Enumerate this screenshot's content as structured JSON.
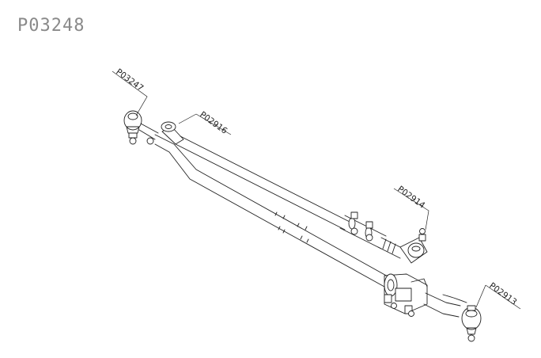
{
  "drawing": {
    "number": "P03248"
  },
  "callouts": [
    {
      "id": "P03247"
    },
    {
      "id": "P02916"
    },
    {
      "id": "P02914"
    },
    {
      "id": "P02913"
    }
  ]
}
